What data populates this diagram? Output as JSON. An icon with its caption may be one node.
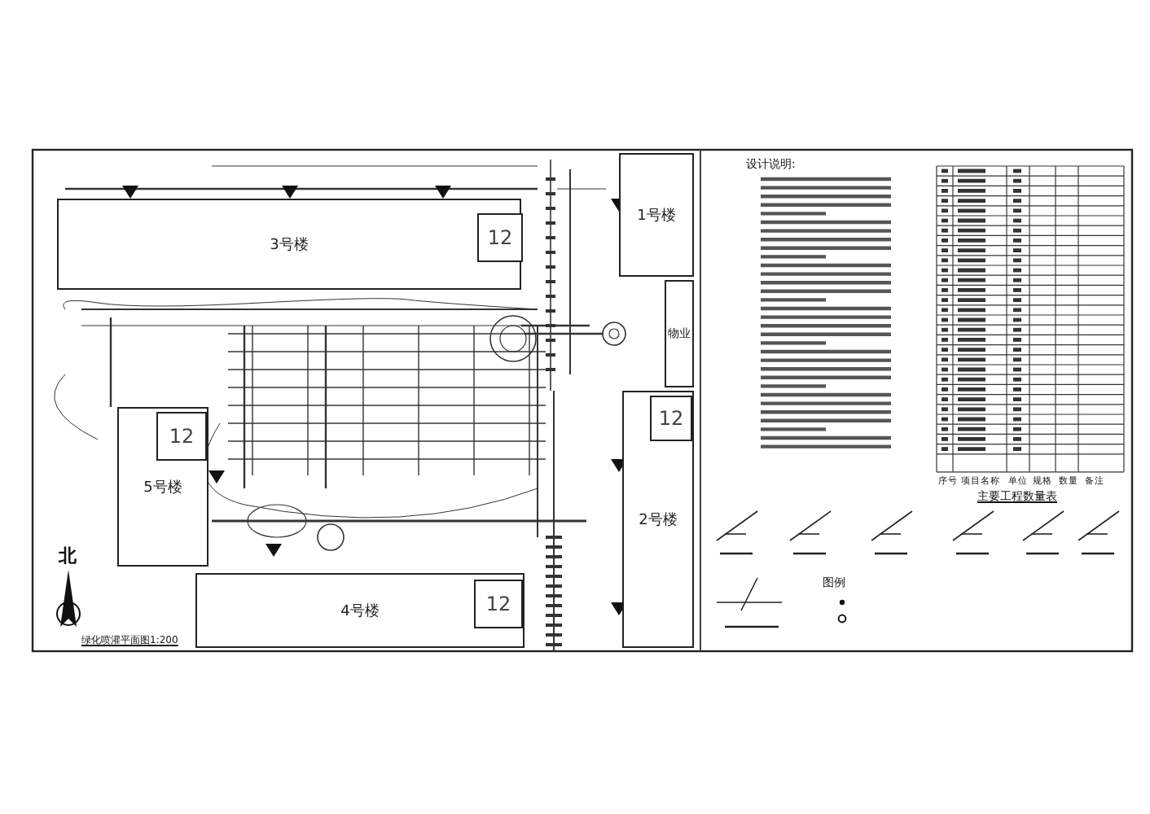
{
  "diagram": {
    "nodes": [
      {
        "text": [
          "3号楼"
        ]
      },
      {
        "text": [
          "12"
        ],
        "in": 0
      },
      {
        "text": [
          "1号楼"
        ]
      },
      {
        "text": [
          "物业"
        ]
      },
      {
        "text": [
          "2号楼"
        ]
      },
      {
        "text": [
          "12"
        ],
        "in": 4
      },
      {
        "text": [
          "5号楼"
        ]
      },
      {
        "text": [
          "12"
        ],
        "in": 6
      },
      {
        "text": [
          "4号楼"
        ]
      },
      {
        "text": [
          "12"
        ],
        "in": 8
      }
    ],
    "labels": [
      "北",
      "绿化喷灌平面图1:200",
      "设计说明:",
      "序号",
      "项目名称",
      "单位",
      "规格",
      "数量",
      "备注",
      "主要工程数量表",
      "图例"
    ]
  }
}
